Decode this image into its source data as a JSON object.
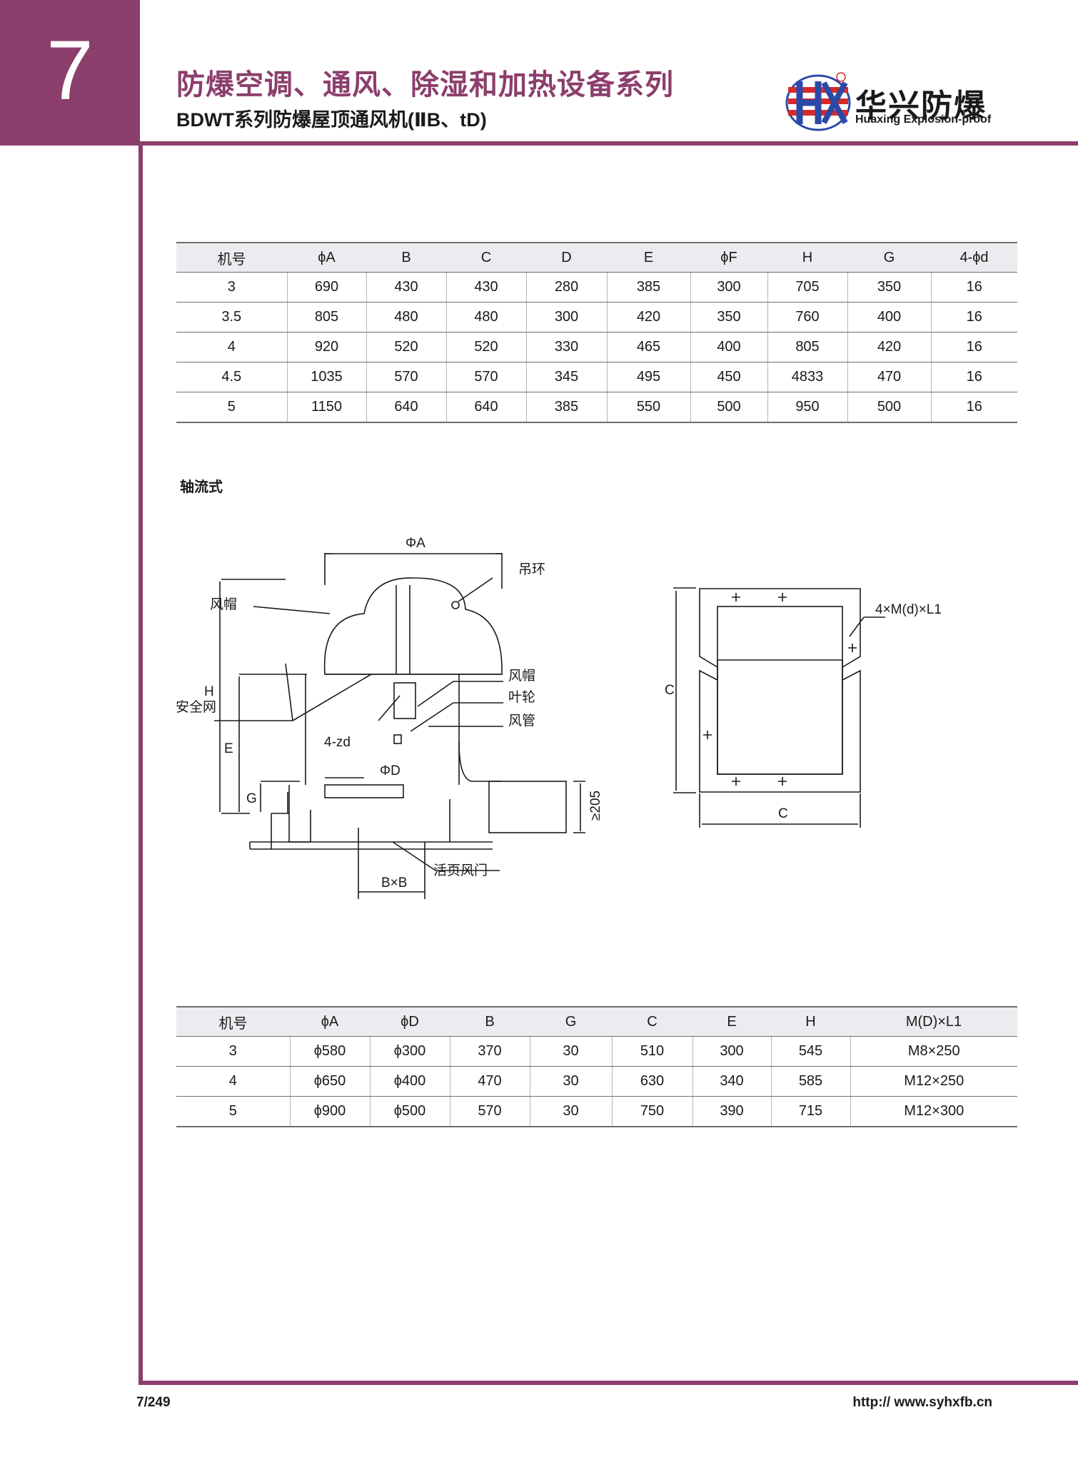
{
  "header": {
    "chapter": "7",
    "title": "防爆空调、通风、除湿和加热设备系列",
    "subtitle": "BDWT系列防爆屋顶通风机(ⅡB、tD)",
    "logo_cn": "华兴防爆",
    "logo_en": "Huaxing Explosion-proof",
    "logo_mark": "HX"
  },
  "table1": {
    "headers": [
      "机号",
      "ϕA",
      "B",
      "C",
      "D",
      "E",
      "ϕF",
      "H",
      "G",
      "4-ϕd"
    ],
    "rows": [
      [
        "3",
        "690",
        "430",
        "430",
        "280",
        "385",
        "300",
        "705",
        "350",
        "16"
      ],
      [
        "3.5",
        "805",
        "480",
        "480",
        "300",
        "420",
        "350",
        "760",
        "400",
        "16"
      ],
      [
        "4",
        "920",
        "520",
        "520",
        "330",
        "465",
        "400",
        "805",
        "420",
        "16"
      ],
      [
        "4.5",
        "1035",
        "570",
        "570",
        "345",
        "495",
        "450",
        "4833",
        "470",
        "16"
      ],
      [
        "5",
        "1150",
        "640",
        "640",
        "385",
        "550",
        "500",
        "950",
        "500",
        "16"
      ]
    ]
  },
  "section_label": "轴流式",
  "drawing": {
    "phiA": "ΦA",
    "diaohuan": "吊环",
    "fengmao_left": "风帽",
    "anquanwang": "安全网",
    "H": "H",
    "E": "E",
    "G": "G",
    "fourzd": "4-zd",
    "phiD": "ΦD",
    "fengmao_right": "风帽",
    "yelun": "叶轮",
    "fengguan": "风管",
    "ge205": "≥205",
    "huoyefengmen": "活页风门",
    "BxB": "B×B",
    "C_vertical": "C",
    "C_horizontal": "C",
    "MdL1": "4×M(d)×L1"
  },
  "table2": {
    "headers": [
      "机号",
      "ϕA",
      "ϕD",
      "B",
      "G",
      "C",
      "E",
      "H",
      "M(D)×L1"
    ],
    "rows": [
      [
        "3",
        "ϕ580",
        "ϕ300",
        "370",
        "30",
        "510",
        "300",
        "545",
        "M8×250"
      ],
      [
        "4",
        "ϕ650",
        "ϕ400",
        "470",
        "30",
        "630",
        "340",
        "585",
        "M12×250"
      ],
      [
        "5",
        "ϕ900",
        "ϕ500",
        "570",
        "30",
        "750",
        "390",
        "715",
        "M12×300"
      ]
    ]
  },
  "footer": {
    "page": "7/249",
    "url": "http:// www.syhxfb.cn"
  }
}
